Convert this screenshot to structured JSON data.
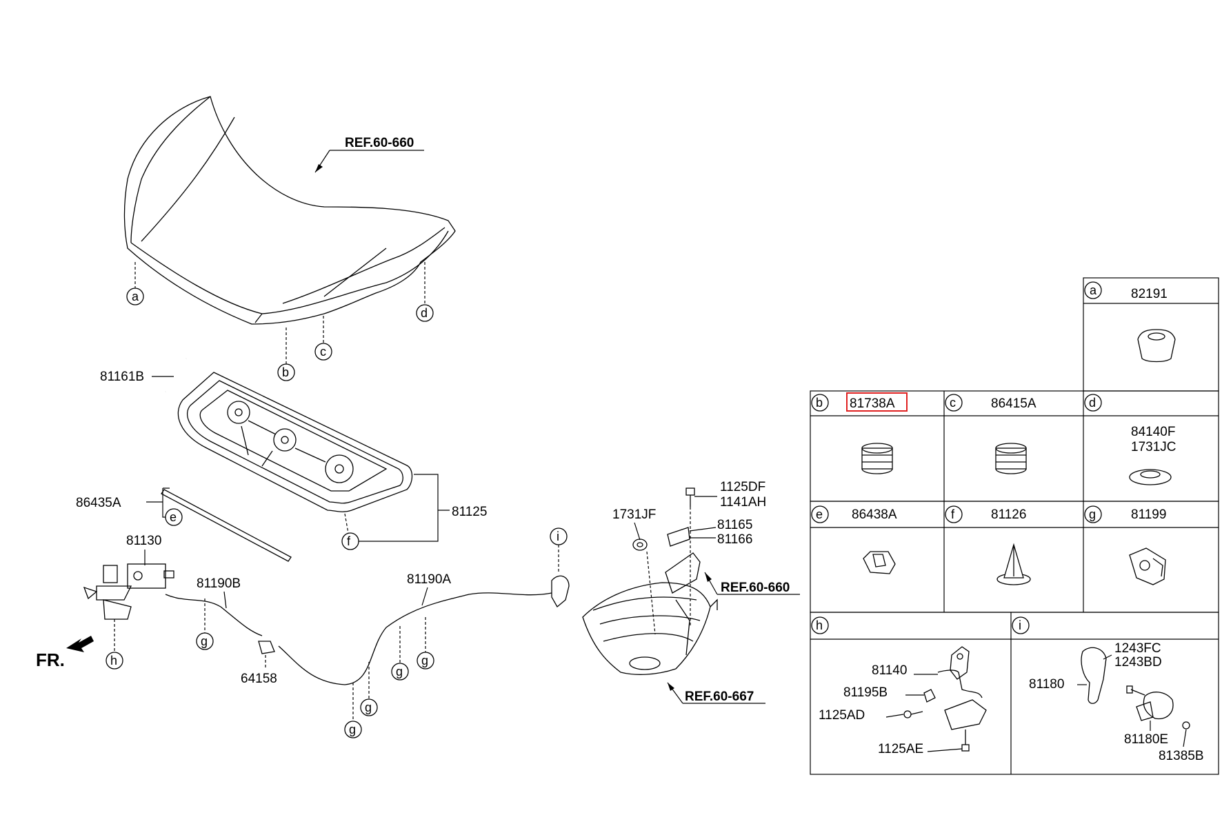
{
  "diagram": {
    "refs": {
      "hood": "REF.60-660",
      "hinge": "REF.60-660",
      "panel": "REF.60-667"
    },
    "front_label": "FR.",
    "part_numbers": {
      "bumper_strut": "81161B",
      "insulator_pad": "81125",
      "weatherstrip": "86435A",
      "latch": "81130",
      "cable_b": "81190B",
      "cable_a": "81190A",
      "clip": "64158",
      "washer": "1731JF",
      "bolt1": "1125DF",
      "bolt2": "1141AH",
      "hinge_l": "81165",
      "hinge_r": "81166"
    },
    "callouts": [
      "a",
      "b",
      "c",
      "d",
      "e",
      "f",
      "g",
      "h",
      "i"
    ]
  },
  "table": {
    "cells": [
      {
        "letter": "a",
        "parts": [
          "82191"
        ]
      },
      {
        "letter": "b",
        "parts": [
          "81738A"
        ],
        "highlighted": true
      },
      {
        "letter": "c",
        "parts": [
          "86415A"
        ]
      },
      {
        "letter": "d",
        "parts": [
          "84140F",
          "1731JC"
        ]
      },
      {
        "letter": "e",
        "parts": [
          "86438A"
        ]
      },
      {
        "letter": "f",
        "parts": [
          "81126"
        ]
      },
      {
        "letter": "g",
        "parts": [
          "81199"
        ]
      },
      {
        "letter": "h",
        "parts": [
          "81140",
          "81195B",
          "1125AD",
          "1125AE"
        ]
      },
      {
        "letter": "i",
        "parts": [
          "1243FC",
          "1243BD",
          "81180",
          "81180E",
          "81385B"
        ]
      }
    ],
    "highlight_color": "#e02020"
  }
}
